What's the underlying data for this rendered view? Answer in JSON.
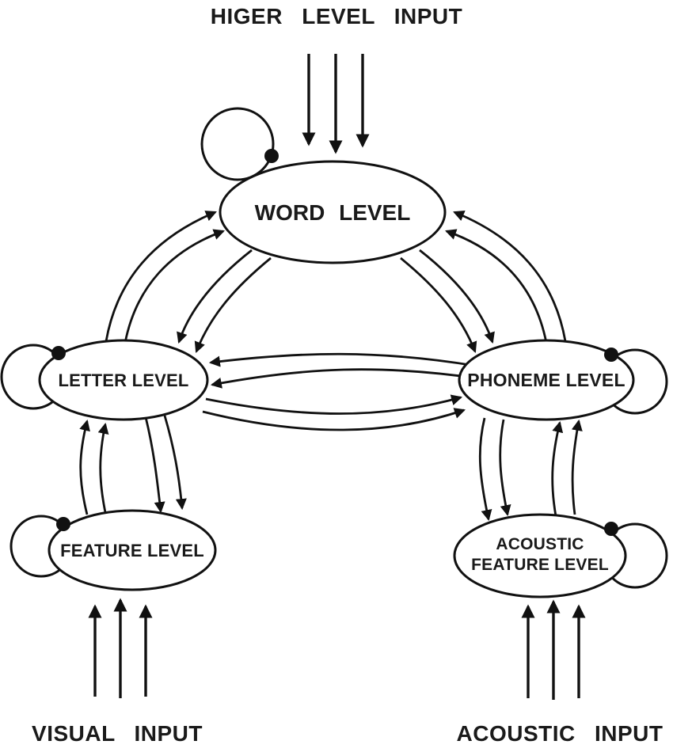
{
  "diagram": {
    "type": "interactive-activation-model",
    "style": {
      "background": "#ffffff",
      "line_color": "#111111",
      "text_color": "#1a1a1a",
      "node_fill": "#ffffff"
    },
    "labels": {
      "higher_input": "HIGER LEVEL INPUT",
      "visual_input": "VISUAL INPUT",
      "acoustic_input": "ACOUSTIC INPUT"
    },
    "nodes": {
      "word": {
        "label": "WORD LEVEL"
      },
      "letter": {
        "label": "LETTER LEVEL"
      },
      "phoneme": {
        "label": "PHONEME LEVEL"
      },
      "feature": {
        "label": "FEATURE LEVEL"
      },
      "acoustic_feature": {
        "line1": "ACOUSTIC",
        "line2": "FEATURE LEVEL"
      }
    },
    "edges": [
      {
        "from": "higher-level-input",
        "to": "word",
        "type": "input",
        "arrow_count": 3
      },
      {
        "from": "visual-input",
        "to": "feature",
        "type": "input",
        "arrow_count": 3
      },
      {
        "from": "acoustic-input",
        "to": "acoustic_feature",
        "type": "input",
        "arrow_count": 3
      },
      {
        "from": "word",
        "to": "letter",
        "type": "bidirectional",
        "arrows_each_way": 2
      },
      {
        "from": "word",
        "to": "phoneme",
        "type": "bidirectional",
        "arrows_each_way": 2
      },
      {
        "from": "letter",
        "to": "phoneme",
        "type": "bidirectional",
        "arrows_each_way": 2
      },
      {
        "from": "letter",
        "to": "feature",
        "type": "bidirectional",
        "arrows_each_way": 2
      },
      {
        "from": "phoneme",
        "to": "acoustic_feature",
        "type": "bidirectional",
        "arrows_each_way": 2
      },
      {
        "node": "word",
        "type": "self-loop-with-dot"
      },
      {
        "node": "letter",
        "type": "self-loop-with-dot"
      },
      {
        "node": "phoneme",
        "type": "self-loop-with-dot"
      },
      {
        "node": "feature",
        "type": "self-loop-with-dot"
      },
      {
        "node": "acoustic_feature",
        "type": "self-loop-with-dot"
      }
    ]
  }
}
